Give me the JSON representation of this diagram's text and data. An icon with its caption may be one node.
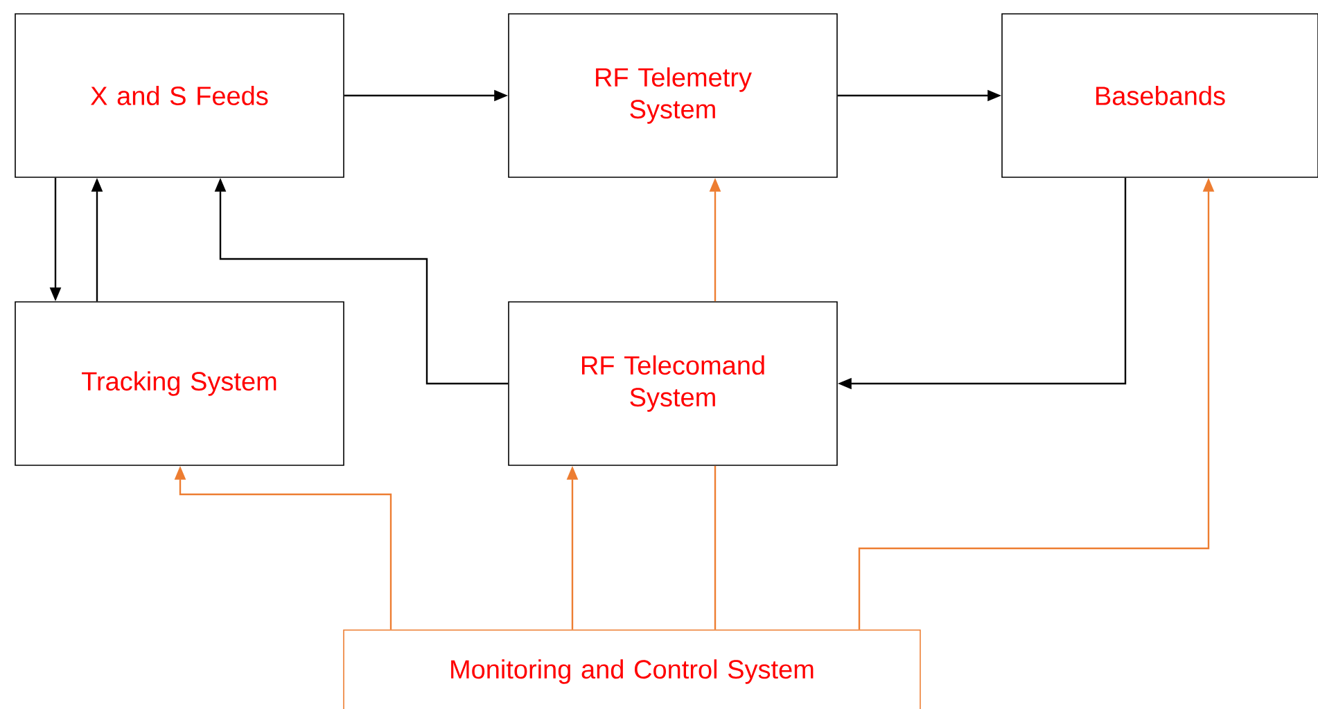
{
  "diagram": {
    "nodes": [
      {
        "text": [
          "X and S Feeds"
        ]
      },
      {
        "text": [
          "RF Telemetry System"
        ]
      },
      {
        "text": [
          "Basebands"
        ]
      },
      {
        "text": [
          "Tracking System"
        ]
      },
      {
        "text": [
          "RF Telecomand System"
        ]
      },
      {
        "text": [
          "Monitoring and Control System"
        ]
      }
    ],
    "edges": [
      {
        "from": 0,
        "to": 1,
        "arrow": "to"
      },
      {
        "from": 1,
        "to": 2,
        "arrow": "to"
      },
      {
        "from": 0,
        "to": 3,
        "arrow": "to"
      },
      {
        "from": 3,
        "to": 0,
        "arrow": "to"
      },
      {
        "from": 4,
        "to": 0,
        "arrow": "to"
      },
      {
        "from": 2,
        "to": 4,
        "arrow": "to"
      },
      {
        "from": 4,
        "to": 1,
        "arrow": "to",
        "color": "#ed7d31"
      },
      {
        "from": 5,
        "to": 3,
        "arrow": "to",
        "color": "#ed7d31"
      },
      {
        "from": 5,
        "to": 4,
        "arrow": "to",
        "color": "#ed7d31"
      },
      {
        "from": 5,
        "to": 4,
        "arrow": "none",
        "color": "#ed7d31"
      },
      {
        "from": 5,
        "to": 2,
        "arrow": "to",
        "color": "#ed7d31"
      }
    ]
  }
}
